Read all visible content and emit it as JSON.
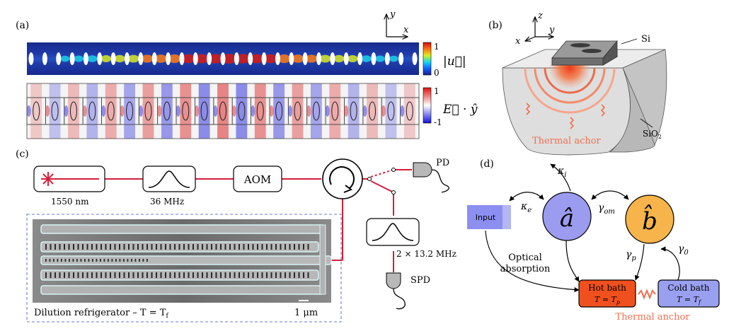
{
  "panels": {
    "a": "(a)",
    "b": "(b)",
    "c": "(c)",
    "d": "(d)"
  },
  "panel_a": {
    "axis_y": "y",
    "axis_x": "x",
    "mech_scale_max": "1",
    "mech_scale_min": "0",
    "mech_label": "|u⃗|",
    "opt_scale_max": "1",
    "opt_scale_min": "-1",
    "opt_label": "E⃗ · ŷ"
  },
  "panel_b": {
    "axis_z": "z",
    "axis_x": "x",
    "axis_y": "y",
    "si_label": "Si",
    "sio2_label": "SiO",
    "sio2_sub": "2",
    "thermal_label": "Thermal achor"
  },
  "panel_c": {
    "laser_label": "1550 nm",
    "filter1_label": "36 MHz",
    "aom_label": "AOM",
    "pd_label": "PD",
    "filter2_label": "2 × 13.2 MHz",
    "spd_label": "SPD",
    "fridge_label": "Dilution refrigerator  –  T = T",
    "fridge_sub": "f",
    "scale_label": "1 μm"
  },
  "panel_d": {
    "input_label": "Input",
    "mode_a": "â",
    "mode_b": "b̂",
    "kappa_i": "κ",
    "kappa_i_sub": "i",
    "kappa_e": "κ",
    "kappa_e_sub": "e",
    "gamma_om": "γ",
    "gamma_om_sub": "om",
    "gamma_p": "γ",
    "gamma_p_sub": "p",
    "gamma_0": "γ",
    "gamma_0_sub": "0",
    "optical_abs_line1": "Optical",
    "optical_abs_line2": "absorption",
    "hot_bath_title": "Hot bath",
    "hot_bath_temp": "T = T",
    "hot_bath_sub": "p",
    "cold_bath_title": "Cold bath",
    "cold_bath_temp": "T = T",
    "cold_bath_sub": "f",
    "thermal_anchor": "Thermal anchor"
  },
  "colors": {
    "fiber_red": "#d41e3c",
    "thermal_orange": "#ef6f4f",
    "mode_a_fill": "#9b9bf0",
    "mode_b_fill": "#f6b44a",
    "hot_bath_fill": "#f0501e",
    "cold_bath_fill": "#9aa0f0",
    "input_fill": "#8c8ff0",
    "sem_frame": "#9aa6dc"
  }
}
